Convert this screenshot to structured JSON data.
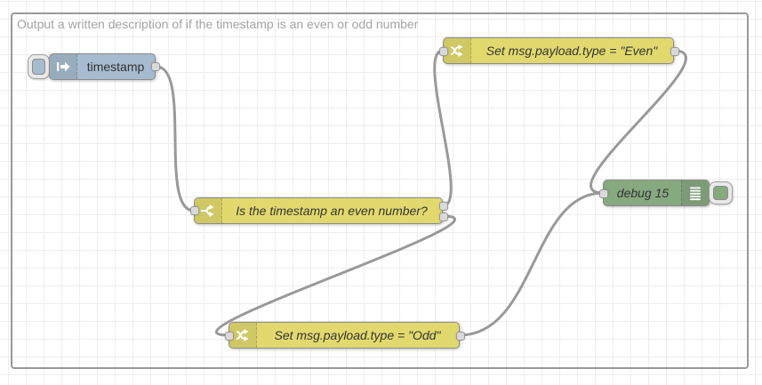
{
  "group": {
    "label": "Output a written description of if the timestamp is an even or odd number"
  },
  "nodes": [
    {
      "id": "timestamp",
      "type": "inject",
      "label": "timestamp",
      "color": "#a6bbcf"
    },
    {
      "id": "switch",
      "type": "switch",
      "label": "Is the timestamp an even number?",
      "color": "#e2d96e"
    },
    {
      "id": "change_even",
      "type": "change",
      "label": "Set msg.payload.type = \"Even\"",
      "color": "#e2d96e"
    },
    {
      "id": "change_odd",
      "type": "change",
      "label": "Set msg.payload.type = \"Odd\"",
      "color": "#e2d96e"
    },
    {
      "id": "debug",
      "type": "debug",
      "label": "debug 15",
      "color": "#87a980"
    }
  ],
  "connections": [
    {
      "from": "timestamp",
      "to": "switch"
    },
    {
      "from": "switch:output-1",
      "to": "change_even"
    },
    {
      "from": "switch:output-2",
      "to": "change_odd"
    },
    {
      "from": "change_even",
      "to": "debug"
    },
    {
      "from": "change_odd",
      "to": "debug"
    }
  ],
  "colors": {
    "wire": "#999999",
    "grid": "#eeeeee",
    "port": "#d9d9d9",
    "group_border": "#999999",
    "label_text": "#333333",
    "group_label_text": "#a4a4a4"
  }
}
